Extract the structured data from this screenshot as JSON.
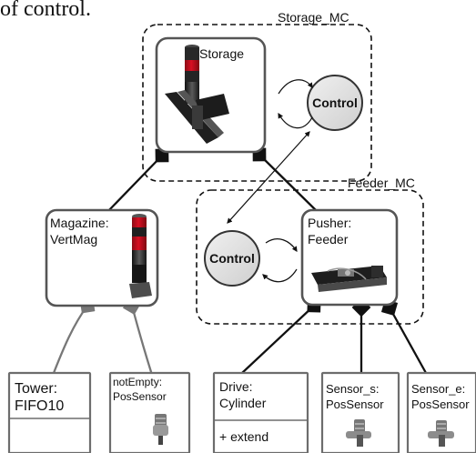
{
  "top_text": "of control.",
  "groups": {
    "storage_mc": "Storage_MC",
    "feeder_mc": "Feeder_MC"
  },
  "components": {
    "storage": "Storage",
    "control_top": "Control",
    "control_feeder": "Control",
    "magazine_line1": "Magazine:",
    "magazine_line2": "VertMag",
    "pusher_line1": "Pusher:",
    "pusher_line2": "Feeder"
  },
  "leaves": {
    "tower_line1": "Tower:",
    "tower_line2": "FIFO10",
    "notempty_line1": "notEmpty:",
    "notempty_line2": "PosSensor",
    "drive_line1": "Drive:",
    "drive_line2": "Cylinder",
    "drive_operation": "+ extend",
    "sensor_s_line1": "Sensor_s:",
    "sensor_s_line2": "PosSensor",
    "sensor_e_line1": "Sensor_e:",
    "sensor_e_line2": "PosSensor"
  },
  "icons": {
    "storage_hardware": "storage-unit-icon",
    "magazine_hardware": "signal-tower-icon",
    "pusher_hardware": "pusher-rail-icon",
    "position_sensor": "position-sensor-icon"
  },
  "colors": {
    "text": "#111111",
    "box_stroke": "#666666",
    "control_fill": "#dedede",
    "tower_red": "#c80f1d",
    "metal": "#777777"
  }
}
